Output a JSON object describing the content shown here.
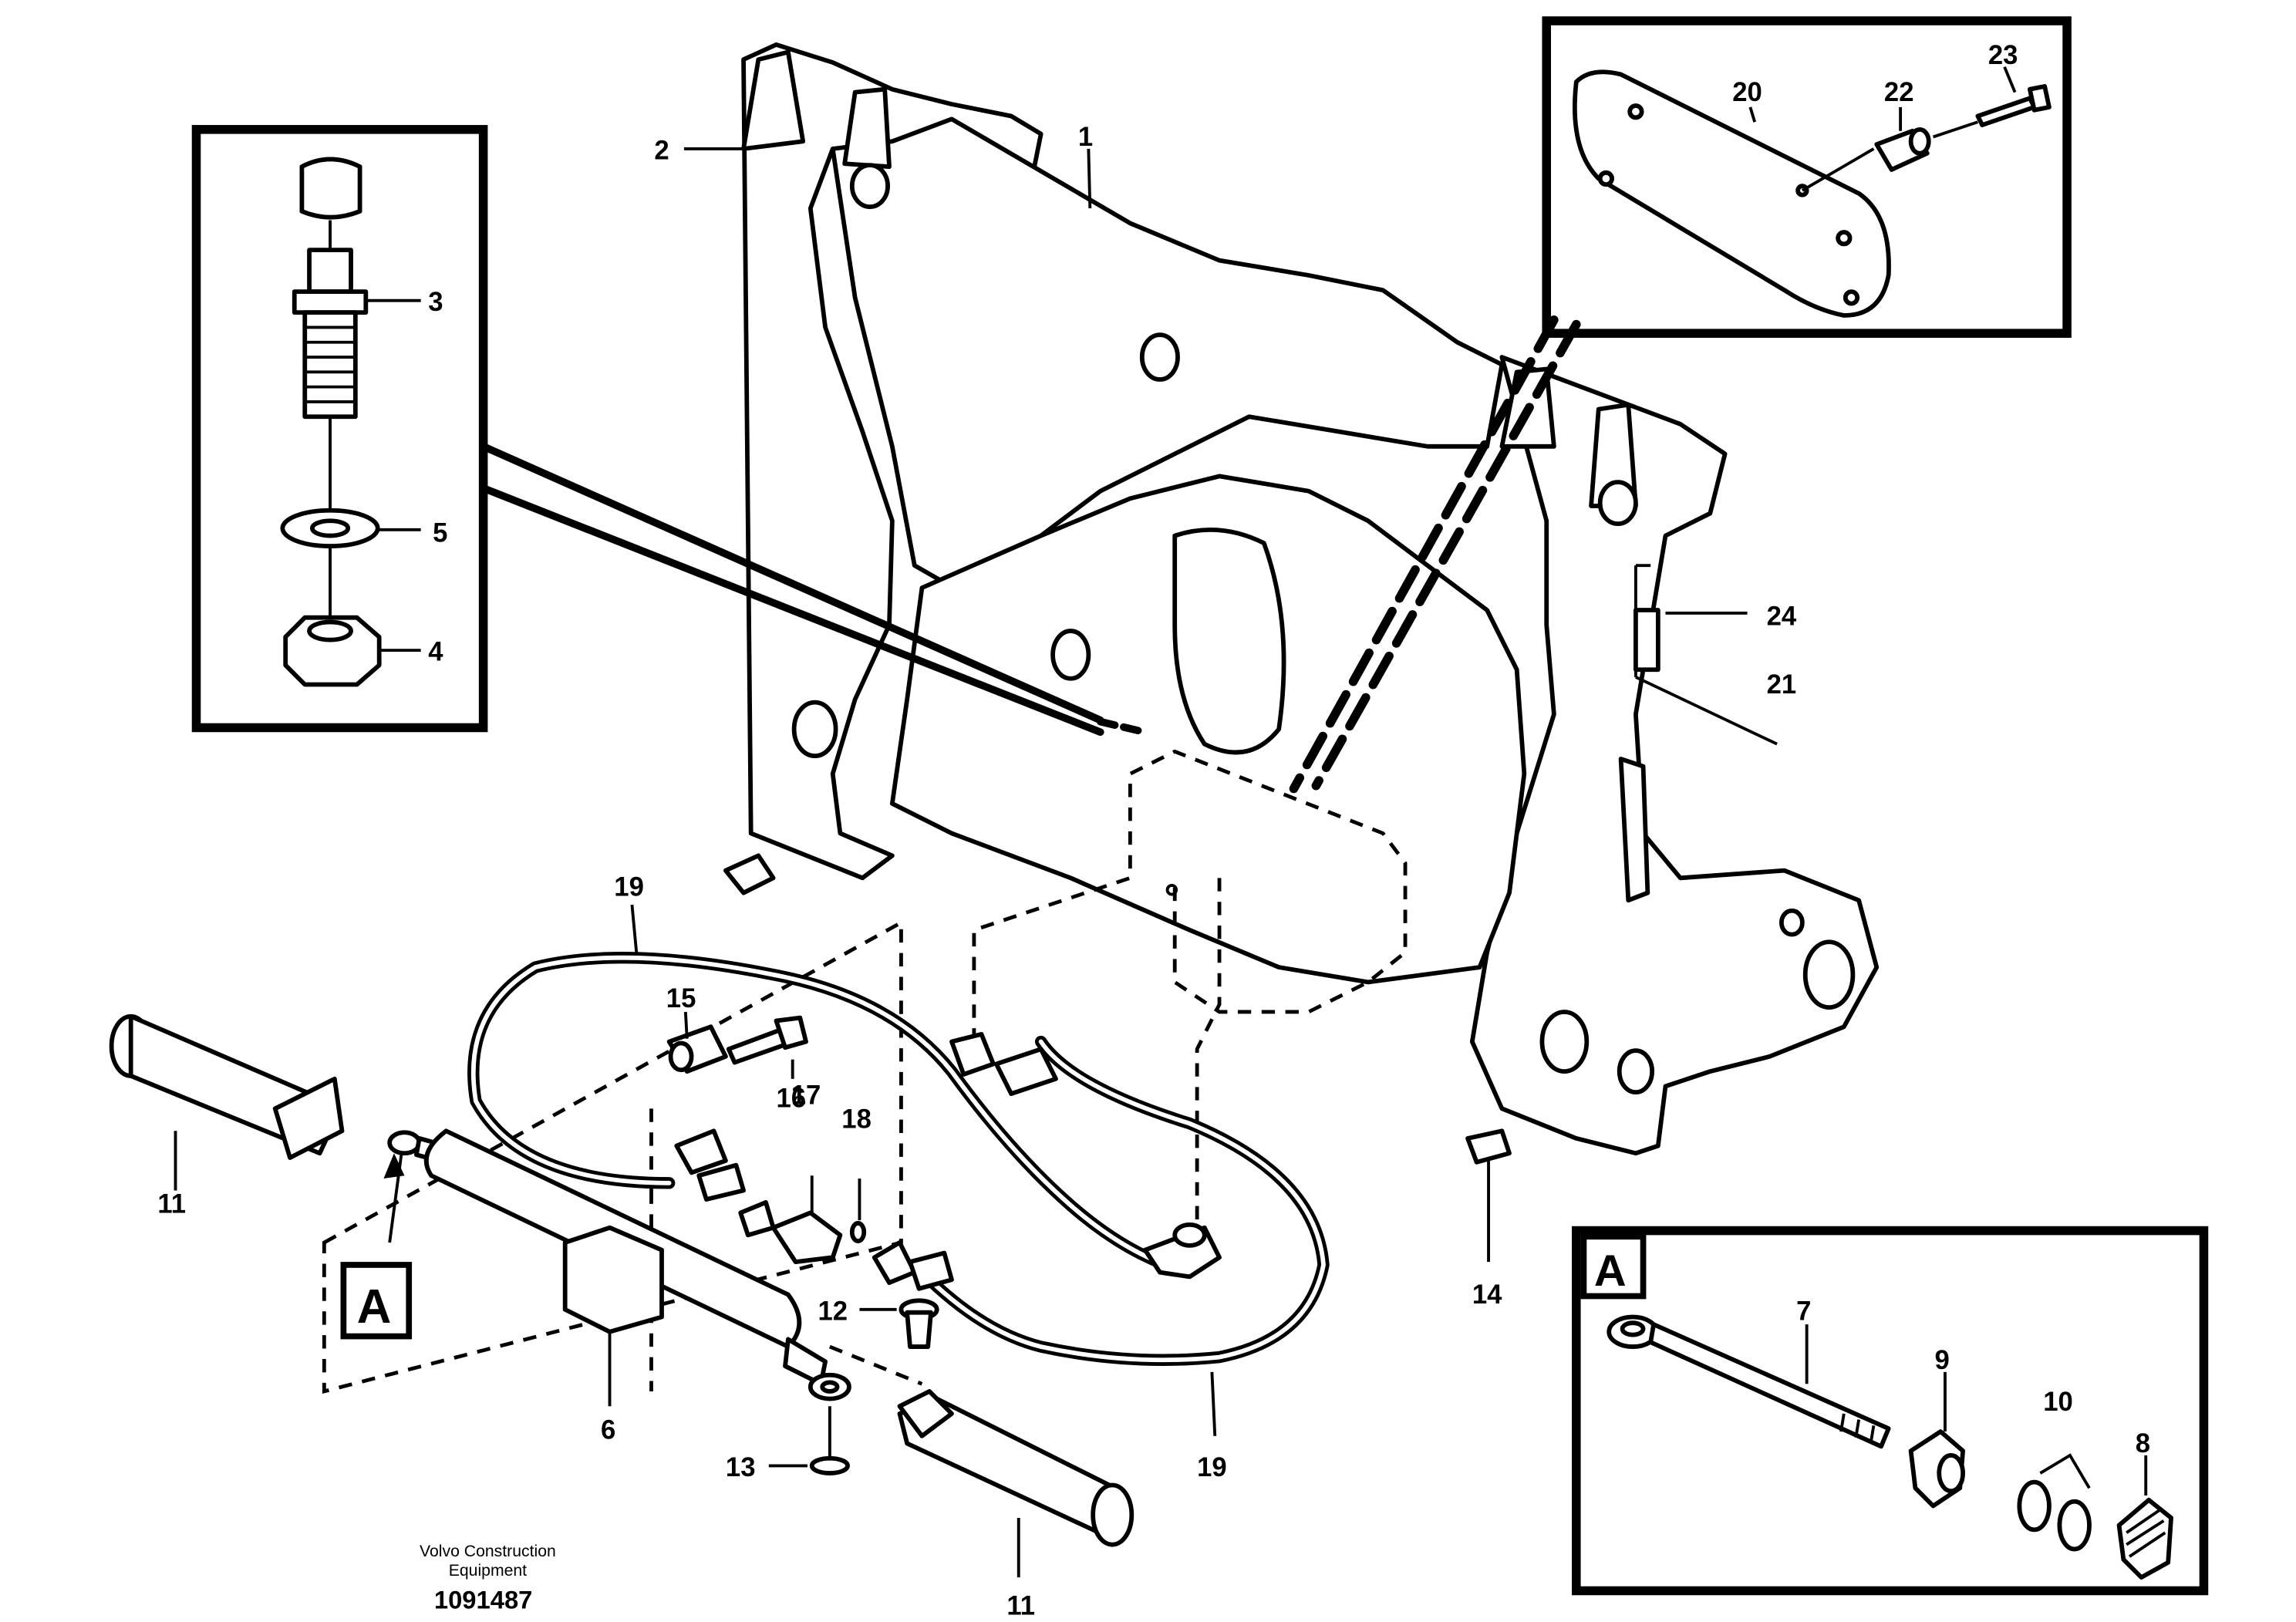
{
  "callouts": {
    "c1": "1",
    "c2": "2",
    "c3": "3",
    "c4": "4",
    "c5": "5",
    "c6": "6",
    "c7": "7",
    "c8": "8",
    "c9": "9",
    "c10": "10",
    "c11a": "11",
    "c11b": "11",
    "c12": "12",
    "c13": "13",
    "c14": "14",
    "c15": "15",
    "c16": "16",
    "c17": "17",
    "c18": "18",
    "c19a": "19",
    "c19b": "19",
    "c20": "20",
    "c21": "21",
    "c22": "22",
    "c23": "23",
    "c24": "24"
  },
  "detail_labels": {
    "marker": "A",
    "inset": "A"
  },
  "footer": {
    "line1": "Volvo Construction",
    "line2": "Equipment",
    "drawing_number": "1091487"
  }
}
